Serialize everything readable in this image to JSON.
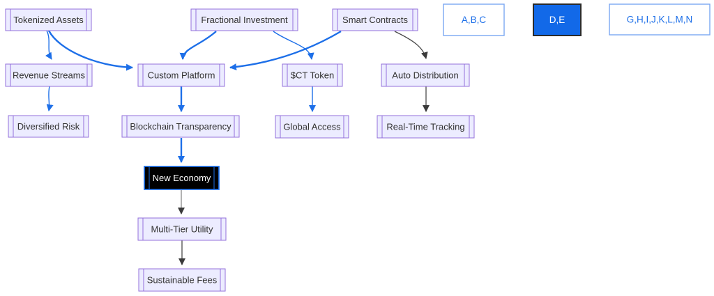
{
  "colors": {
    "node_fill": "#ECECFF",
    "node_border": "#9370DB",
    "node_text": "#333333",
    "edge_blue": "#1D6FE8",
    "edge_dark": "#4A4A4A",
    "edge_gray": "#999999",
    "highlight_fill": "#000000",
    "highlight_border": "#1D6FE8",
    "highlight_text": "#FFFFFF",
    "legend_outline_border": "#7BA7F2",
    "legend_text_blue": "#1D6FE8",
    "legend_filled_fill": "#1269E8",
    "legend_filled_border": "#2B2B2B",
    "legend_filled_text": "#FFFFFF"
  },
  "nodes": [
    {
      "id": "tokenized-assets",
      "label": "Tokenized Assets",
      "shape": "subroutine",
      "emphasis": "default"
    },
    {
      "id": "fractional-investment",
      "label": "Fractional Investment",
      "shape": "subroutine",
      "emphasis": "default"
    },
    {
      "id": "smart-contracts",
      "label": "Smart Contracts",
      "shape": "subroutine",
      "emphasis": "default"
    },
    {
      "id": "revenue-streams",
      "label": "Revenue Streams",
      "shape": "subroutine",
      "emphasis": "default"
    },
    {
      "id": "custom-platform",
      "label": "Custom Platform",
      "shape": "subroutine",
      "emphasis": "default"
    },
    {
      "id": "ct-token",
      "label": "$CT Token",
      "shape": "subroutine",
      "emphasis": "default"
    },
    {
      "id": "auto-distribution",
      "label": "Auto Distribution",
      "shape": "subroutine",
      "emphasis": "default"
    },
    {
      "id": "diversified-risk",
      "label": "Diversified Risk",
      "shape": "subroutine",
      "emphasis": "default"
    },
    {
      "id": "blockchain-transparency",
      "label": "Blockchain Transparency",
      "shape": "subroutine",
      "emphasis": "default"
    },
    {
      "id": "global-access",
      "label": "Global Access",
      "shape": "subroutine",
      "emphasis": "default"
    },
    {
      "id": "real-time-tracking",
      "label": "Real-Time Tracking",
      "shape": "subroutine",
      "emphasis": "default"
    },
    {
      "id": "new-economy",
      "label": "New Economy",
      "shape": "subroutine",
      "emphasis": "highlight"
    },
    {
      "id": "multi-tier-utility",
      "label": "Multi-Tier Utility",
      "shape": "subroutine",
      "emphasis": "default"
    },
    {
      "id": "sustainable-fees",
      "label": "Sustainable Fees",
      "shape": "subroutine",
      "emphasis": "default"
    }
  ],
  "edges": [
    {
      "from": "Tokenized Assets",
      "to": "Revenue Streams",
      "style": "blue-thin"
    },
    {
      "from": "Tokenized Assets",
      "to": "Custom Platform",
      "style": "blue-thick"
    },
    {
      "from": "Fractional Investment",
      "to": "Custom Platform",
      "style": "blue-thick"
    },
    {
      "from": "Fractional Investment",
      "to": "$CT Token",
      "style": "blue-thin"
    },
    {
      "from": "Smart Contracts",
      "to": "Custom Platform",
      "style": "blue-thick"
    },
    {
      "from": "Smart Contracts",
      "to": "Auto Distribution",
      "style": "dark"
    },
    {
      "from": "Revenue Streams",
      "to": "Diversified Risk",
      "style": "blue-thin"
    },
    {
      "from": "Custom Platform",
      "to": "Blockchain Transparency",
      "style": "blue-thick"
    },
    {
      "from": "$CT Token",
      "to": "Global Access",
      "style": "blue-thin"
    },
    {
      "from": "Auto Distribution",
      "to": "Real-Time Tracking",
      "style": "dark"
    },
    {
      "from": "Blockchain Transparency",
      "to": "New Economy",
      "style": "blue-thick"
    },
    {
      "from": "New Economy",
      "to": "Multi-Tier Utility",
      "style": "gray"
    },
    {
      "from": "Multi-Tier Utility",
      "to": "Sustainable Fees",
      "style": "dark"
    }
  ],
  "legend": {
    "items": [
      {
        "label": "A,B,C",
        "variant": "outline"
      },
      {
        "label": "D,E",
        "variant": "filled"
      },
      {
        "label": "G,H,I,J,K,L,M,N",
        "variant": "outline"
      }
    ]
  }
}
